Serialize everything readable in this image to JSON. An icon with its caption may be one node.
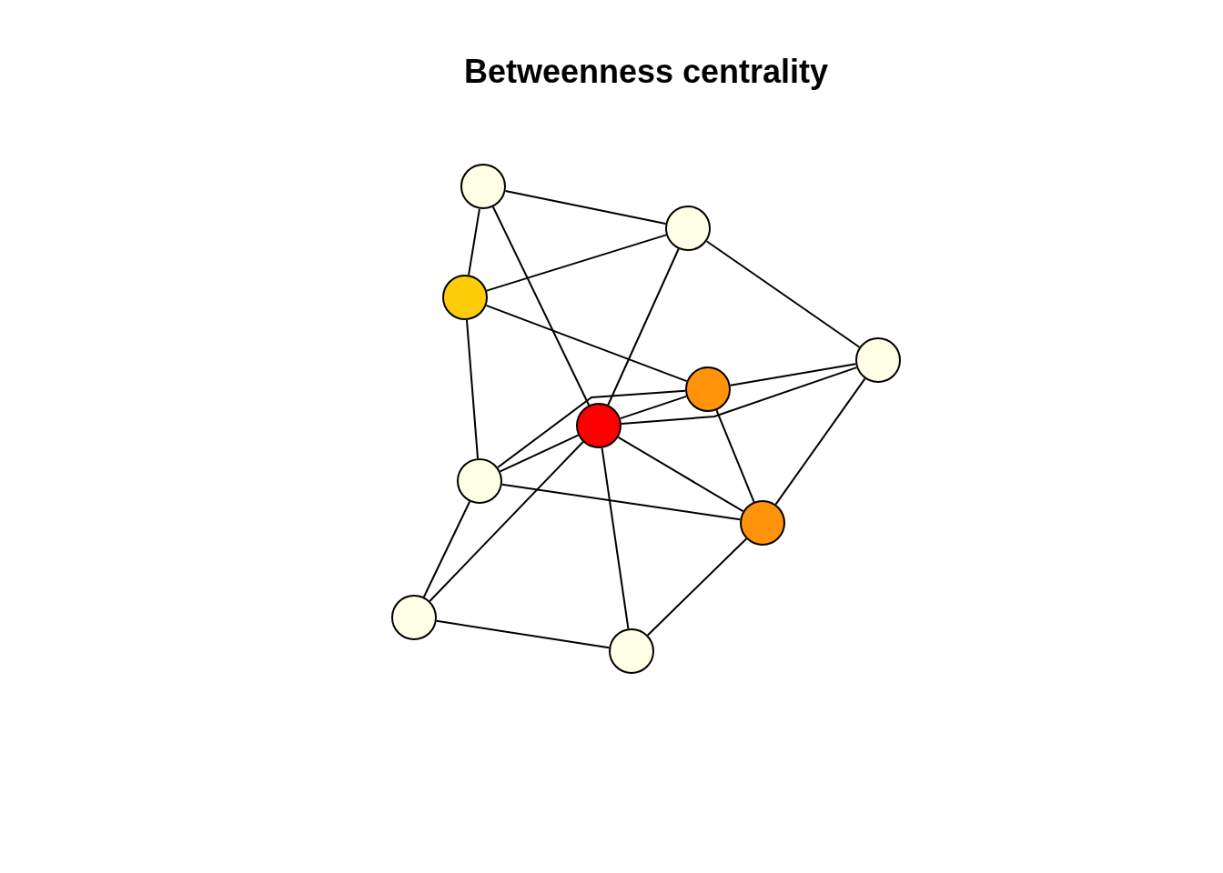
{
  "diagram": {
    "title": "Betweenness centrality",
    "nodes": [
      {
        "text": [],
        "shape": "circle"
      },
      {
        "text": [],
        "shape": "circle"
      },
      {
        "text": [],
        "shape": "circle"
      },
      {
        "text": [],
        "shape": "circle"
      },
      {
        "text": [],
        "shape": "circle"
      },
      {
        "text": [],
        "shape": "circle"
      },
      {
        "text": [],
        "shape": "circle"
      },
      {
        "text": [],
        "shape": "circle"
      },
      {
        "text": [],
        "shape": "circle"
      },
      {
        "text": [],
        "shape": "circle"
      }
    ],
    "edges": [
      {
        "from": 0,
        "to": 1,
        "arrow": "none"
      },
      {
        "from": 0,
        "to": 2,
        "arrow": "none"
      },
      {
        "from": 0,
        "to": 5,
        "arrow": "none"
      },
      {
        "from": 1,
        "to": 2,
        "arrow": "none"
      },
      {
        "from": 1,
        "to": 5,
        "arrow": "none"
      },
      {
        "from": 1,
        "to": 3,
        "arrow": "none"
      },
      {
        "from": 2,
        "to": 4,
        "arrow": "none"
      },
      {
        "from": 2,
        "to": 6,
        "arrow": "none"
      },
      {
        "from": 3,
        "to": 4,
        "arrow": "none"
      },
      {
        "from": 3,
        "to": 5,
        "arrow": "none"
      },
      {
        "from": 3,
        "to": 7,
        "arrow": "none"
      },
      {
        "from": 4,
        "to": 5,
        "arrow": "none"
      },
      {
        "from": 4,
        "to": 6,
        "arrow": "none"
      },
      {
        "from": 4,
        "to": 7,
        "arrow": "none"
      },
      {
        "from": 5,
        "to": 6,
        "arrow": "none"
      },
      {
        "from": 5,
        "to": 7,
        "arrow": "none"
      },
      {
        "from": 5,
        "to": 8,
        "arrow": "none"
      },
      {
        "from": 5,
        "to": 9,
        "arrow": "none"
      },
      {
        "from": 6,
        "to": 7,
        "arrow": "none"
      },
      {
        "from": 6,
        "to": 8,
        "arrow": "none"
      },
      {
        "from": 8,
        "to": 9,
        "arrow": "none"
      },
      {
        "from": 9,
        "to": 7,
        "arrow": "none"
      }
    ]
  }
}
